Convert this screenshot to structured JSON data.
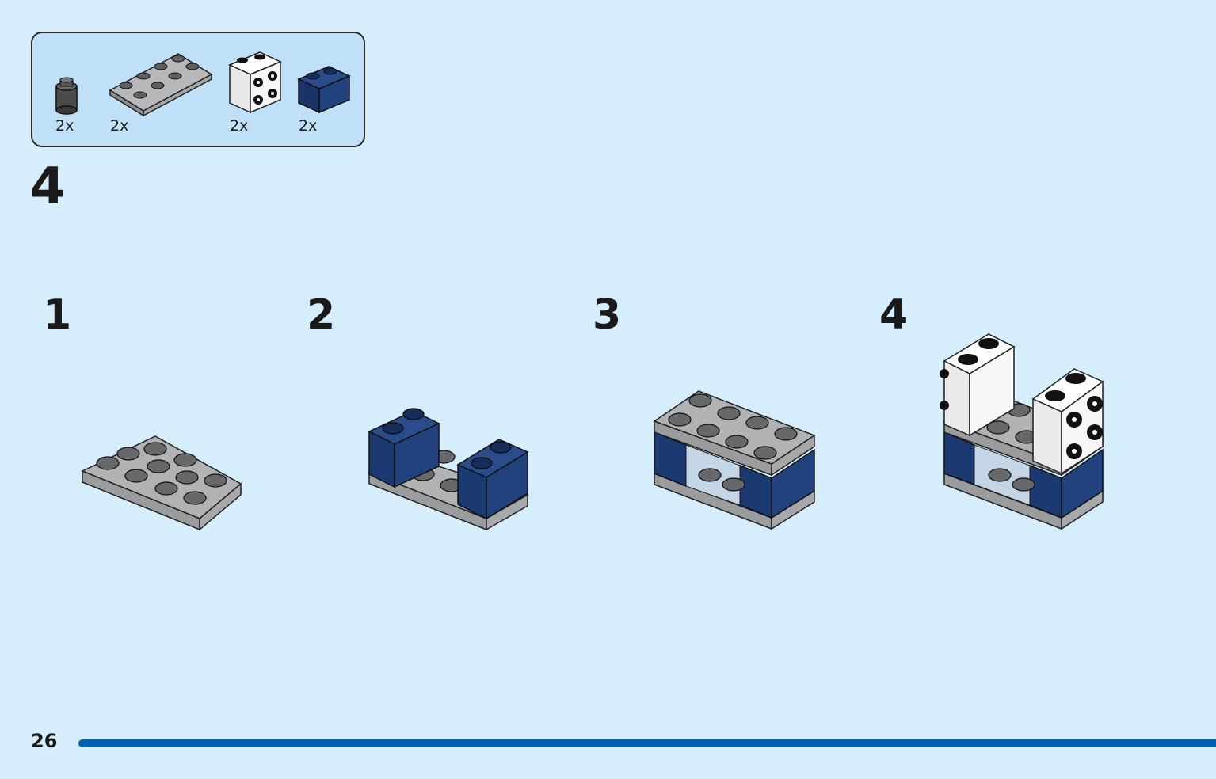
{
  "parts_box": {
    "items": [
      {
        "name": "round-brick-1x1-dark-grey",
        "qty": "2x",
        "color": "#4a4a4a"
      },
      {
        "name": "plate-2x4-medium-grey",
        "qty": "2x",
        "color": "#9ea0a2"
      },
      {
        "name": "brick-1x2-studs-side-white",
        "qty": "2x",
        "color": "#f4f4f4"
      },
      {
        "name": "brick-1x2-dark-blue",
        "qty": "2x",
        "color": "#1f3e76"
      }
    ]
  },
  "main_step": {
    "number": "4"
  },
  "sub_steps": [
    {
      "number": "1"
    },
    {
      "number": "2"
    },
    {
      "number": "3"
    },
    {
      "number": "4"
    }
  ],
  "footer": {
    "page_number": "26",
    "bar_color": "#0061ad"
  },
  "colors": {
    "background": "#d6edfb",
    "parts_box_fill": "#bfe0f7",
    "grey": "#9ea0a2",
    "dark_blue": "#1f3e76",
    "white": "#f4f4f4"
  }
}
